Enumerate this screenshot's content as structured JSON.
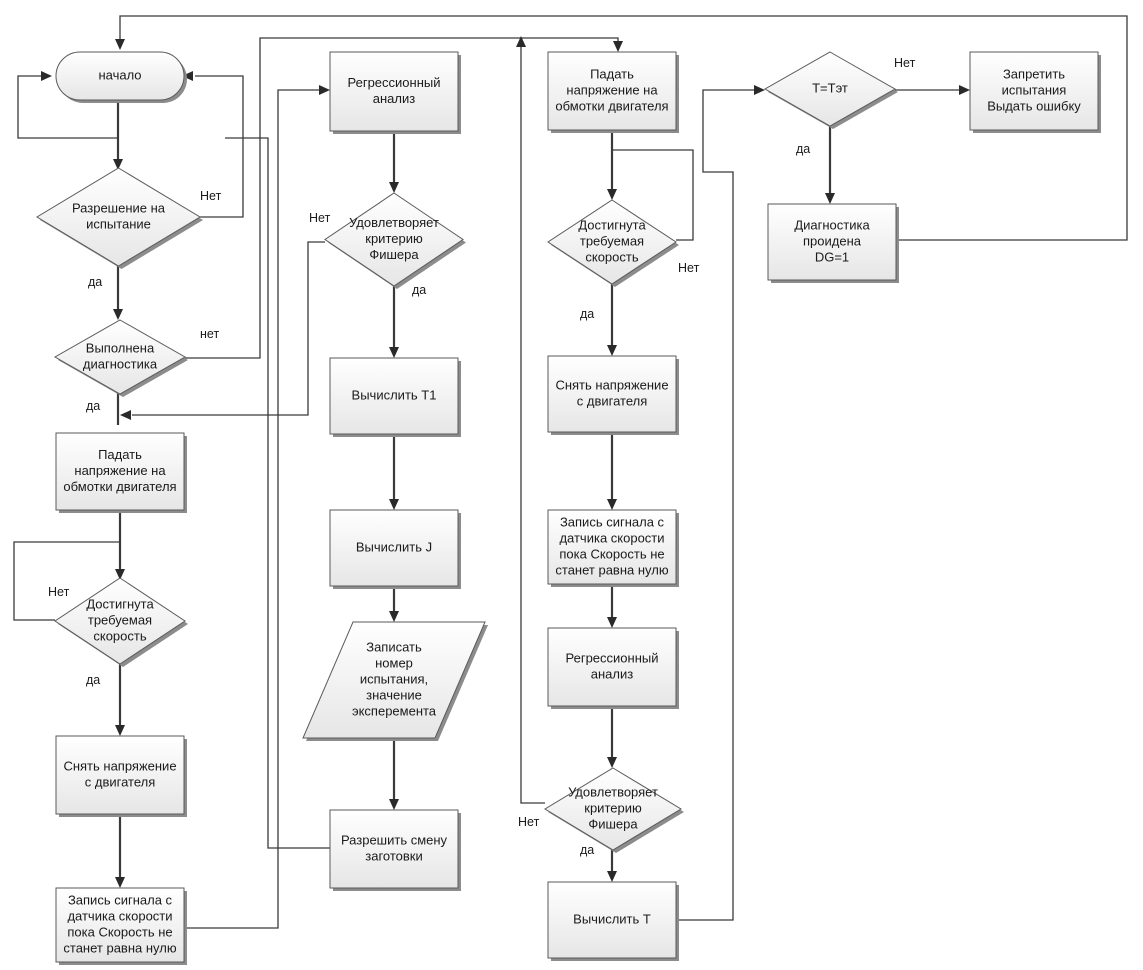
{
  "nodes": {
    "start": [
      "начало"
    ],
    "permit": [
      "Разрешение на",
      "испытание"
    ],
    "diag_done": [
      "Выполнена",
      "диагностика"
    ],
    "apply_v1": [
      "Падать",
      "напряжение на",
      "обмотки двигателя"
    ],
    "reached1": [
      "Достигнута",
      "требуемая",
      "скорость"
    ],
    "remove_v1": [
      "Снять напряжение",
      "с двигателя"
    ],
    "record1": [
      "Запись сигнала с",
      "датчика скорости",
      "пока Скорость не",
      "станет равна нулю"
    ],
    "regress1": [
      "Регрессионный",
      "анализ"
    ],
    "fisher1": [
      "Удовлетворяет",
      "критерию",
      "Фишера"
    ],
    "calc_t1": [
      "Вычислить Т1"
    ],
    "calc_j": [
      "Вычислить J"
    ],
    "write": [
      "Записать",
      "номер",
      "испытания,",
      "значение",
      "эксперемента"
    ],
    "allow_change": [
      "Разрешить смену",
      "заготовки"
    ],
    "apply_v2": [
      "Падать",
      "напряжение на",
      "обмотки двигателя"
    ],
    "reached2": [
      "Достигнута",
      "требуемая",
      "скорость"
    ],
    "remove_v2": [
      "Снять напряжение",
      "с двигателя"
    ],
    "record2": [
      "Запись сигнала с",
      "датчика скорости",
      "пока Скорость не",
      "станет равна нулю"
    ],
    "regress2": [
      "Регрессионный",
      "анализ"
    ],
    "fisher2": [
      "Удовлетворяет",
      "критерию",
      "Фишера"
    ],
    "calc_t": [
      "Вычислить Т"
    ],
    "t_check": [
      "T=Tэт"
    ],
    "forbid": [
      "Запретить",
      "испытания",
      "Выдать ошибку"
    ],
    "diag_passed": [
      "Диагностика",
      "проидена",
      "DG=1"
    ]
  },
  "edge_labels": {
    "permit_no": "Нет",
    "permit_yes": "да",
    "diag_done_no": "нет",
    "diag_done_yes": "да",
    "reached1_no": "Нет",
    "reached1_yes": "да",
    "fisher1_no": "Нет",
    "fisher1_yes": "да",
    "reached2_no": "Нет",
    "reached2_yes": "да",
    "fisher2_no": "Нет",
    "fisher2_yes": "да",
    "t_check_no": "Нет",
    "t_check_yes": "да"
  },
  "colors": {
    "shape_fill_top": "#ffffff",
    "shape_fill_bottom": "#e6e6e6",
    "shape_border": "#5a5a5a",
    "shadow": "#8c8c8c",
    "line": "#3a3a3a"
  }
}
